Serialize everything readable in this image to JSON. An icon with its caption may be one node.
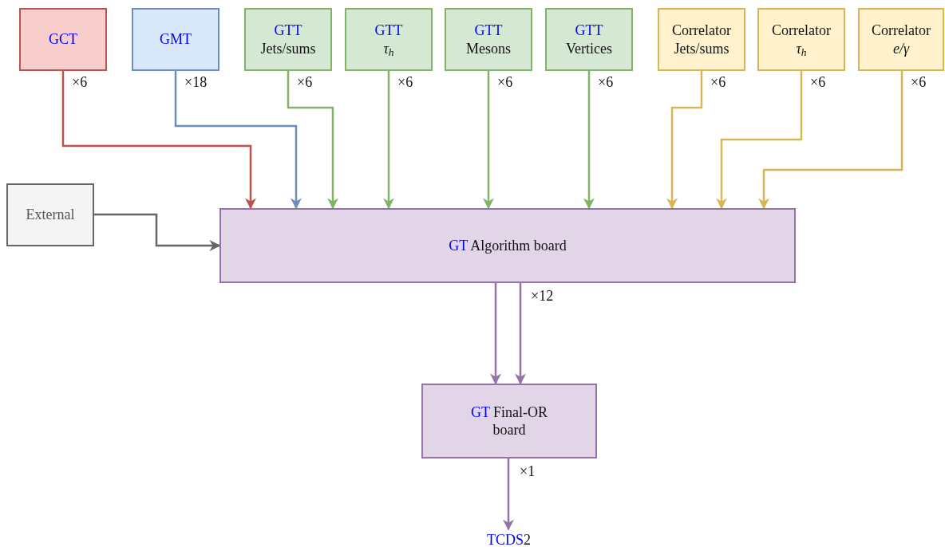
{
  "diagram": {
    "nodes": [
      {
        "text": [
          "GCT"
        ]
      },
      {
        "text": [
          "GMT"
        ]
      },
      {
        "text": [
          "GTT",
          "Jets/sums"
        ]
      },
      {
        "text": [
          "GTT",
          "τ$_{h}$"
        ]
      },
      {
        "text": [
          "GTT",
          "Mesons"
        ]
      },
      {
        "text": [
          "GTT",
          "Vertices"
        ]
      },
      {
        "text": [
          "Correlator",
          "Jets/sums"
        ]
      },
      {
        "text": [
          "Correlator",
          "τ$_{h}$"
        ]
      },
      {
        "text": [
          "Correlator",
          "e/γ"
        ]
      },
      {
        "text": [
          "External"
        ]
      },
      {
        "text": [
          "GT",
          "Algorithm board"
        ]
      },
      {
        "text": [
          "GT",
          "Final-OR board"
        ]
      },
      {
        "text": [
          "TCDS",
          "2"
        ]
      }
    ],
    "edges": [
      {
        "from": 0,
        "to": 10,
        "arrow": "to",
        "label": "×6",
        "color": "#b85450"
      },
      {
        "from": 1,
        "to": 10,
        "arrow": "to",
        "label": "×18",
        "color": "#6c8ebf"
      },
      {
        "from": 2,
        "to": 10,
        "arrow": "to",
        "label": "×6",
        "color": "#82b366"
      },
      {
        "from": 3,
        "to": 10,
        "arrow": "to",
        "label": "×6",
        "color": "#82b366"
      },
      {
        "from": 4,
        "to": 10,
        "arrow": "to",
        "label": "×6",
        "color": "#82b366"
      },
      {
        "from": 5,
        "to": 10,
        "arrow": "to",
        "label": "×6",
        "color": "#82b366"
      },
      {
        "from": 6,
        "to": 10,
        "arrow": "to",
        "label": "×6",
        "color": "#d6b656"
      },
      {
        "from": 7,
        "to": 10,
        "arrow": "to",
        "label": "×6",
        "color": "#d6b656"
      },
      {
        "from": 8,
        "to": 10,
        "arrow": "to",
        "label": "×6",
        "color": "#d6b656"
      },
      {
        "from": 9,
        "to": 10,
        "arrow": "to",
        "color": "#666666"
      },
      {
        "from": 10,
        "to": 11,
        "arrow": "to",
        "color": "#9673a6"
      },
      {
        "from": 10,
        "to": 11,
        "arrow": "to",
        "label": "×12",
        "color": "#9673a6"
      },
      {
        "from": 11,
        "to": 12,
        "arrow": "to",
        "label": "×1",
        "color": "#9673a6"
      }
    ]
  }
}
